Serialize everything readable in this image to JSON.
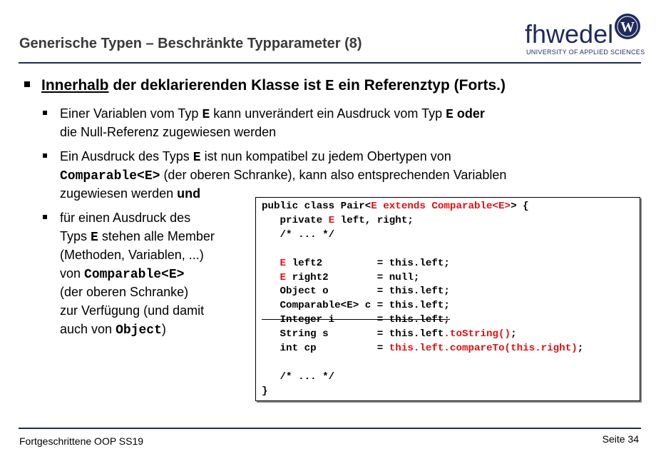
{
  "header": {
    "title": "Generische Typen – Beschränkte Typparameter (8)",
    "logo_text": "fhwedel",
    "logo_subtitle": "UNIVERSITY OF APPLIED SCIENCES",
    "logo_seal_letter": "W"
  },
  "main_bullet": {
    "part1": "Innerhalb",
    "part2": " der deklarierenden Klasse ist ",
    "code": "E",
    "part3": " ein Referenztyp (Forts.)"
  },
  "bullet1": {
    "l1a": "Einer Variablen vom Typ ",
    "l1code": "E",
    "l1b": " kann unverändert ein Ausdruck vom Typ ",
    "l1code2": "E",
    "l1c": " oder",
    "l2": "die Null-Referenz zugewiesen werden"
  },
  "bullet2": {
    "l1a": "Ein Ausdruck des Typs ",
    "l1code": "E",
    "l1b": " ist nun kompatibel zu jedem Obertypen von",
    "l2code": "Comparable<E>",
    "l2b": " (der oberen Schranke), kann also entsprechenden Variablen",
    "l3a": "zugewiesen werden ",
    "l3b": "und"
  },
  "bullet3": {
    "l1": "für einen Ausdruck des",
    "l2a": "Typs ",
    "l2code": "E",
    "l2b": " stehen alle Member",
    "l3": "(Methoden, Variablen, ...)",
    "l4a": "von ",
    "l4code": "Comparable<E>",
    "l5": "(der oberen Schranke)",
    "l6": "zur Verfügung (und damit",
    "l7a": "auch von ",
    "l7code": "Object",
    "l7b": ")"
  },
  "code": {
    "l1a": "public class Pair<",
    "l1b": "E extends Comparable<E>",
    "l1c": "> {",
    "l2a": "   private ",
    "l2b": "E",
    "l2c": " left, right;",
    "l3": "   /* ... */",
    "l5a": "   ",
    "l5b": "E",
    "l5c": " left2         = this.left;",
    "l6a": "   ",
    "l6b": "E",
    "l6c": " right2        = null;",
    "l7": "   Object o        = this.left;",
    "l8": "   Comparable<E> c = this.left;",
    "l9": "   Integer i       = this.left;",
    "l10a": "   String s        = this.left",
    "l10b": ".toString()",
    "l10c": ";",
    "l11a": "   int cp          = ",
    "l11b": "this.left.compareTo(this.right)",
    "l11c": ";",
    "l13": "   /* ... */",
    "l14": "}"
  },
  "footer": {
    "left": "Fortgeschrittene OOP SS19",
    "right": "Seite 34"
  },
  "colors": {
    "accent": "#1f2a5c",
    "highlight": "#e01010"
  }
}
